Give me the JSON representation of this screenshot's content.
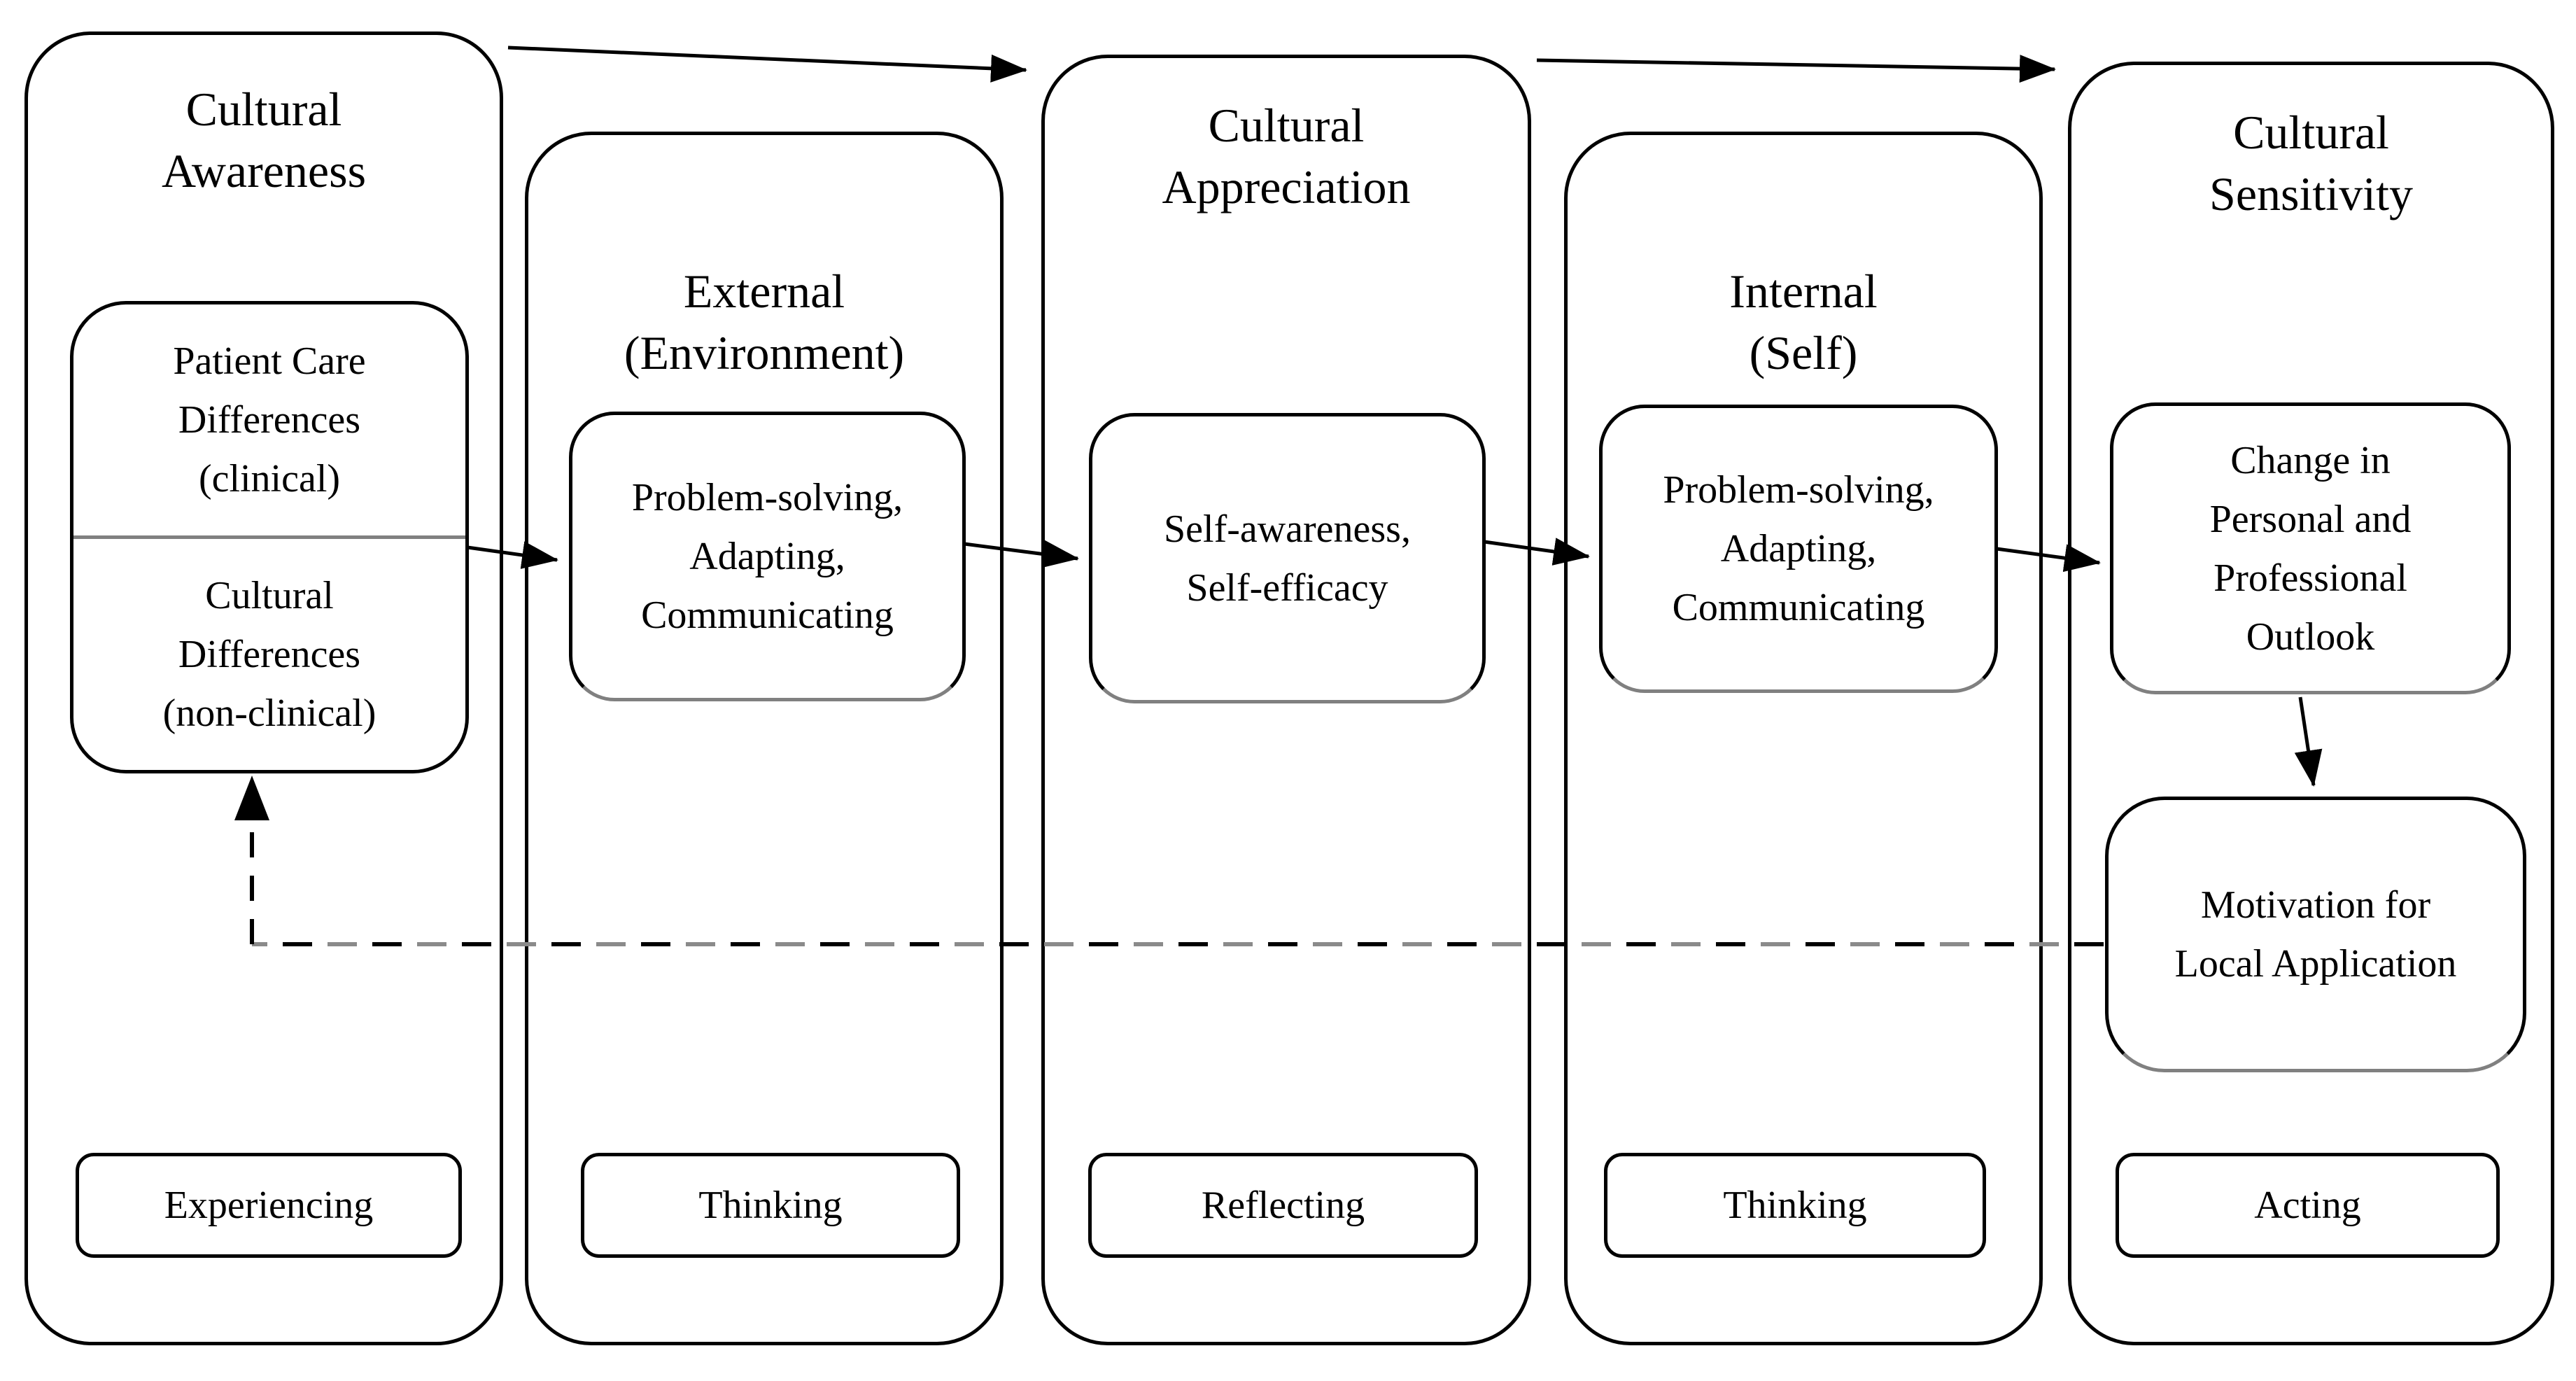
{
  "columns": [
    {
      "title": [
        "Cultural",
        "Awareness"
      ],
      "bottom_label": "Experiencing"
    },
    {
      "title": [
        "External",
        "(Environment)"
      ],
      "bottom_label": "Thinking"
    },
    {
      "title": [
        "Cultural",
        "Appreciation"
      ],
      "bottom_label": "Reflecting"
    },
    {
      "title": [
        "Internal",
        "(Self)"
      ],
      "bottom_label": "Thinking"
    },
    {
      "title": [
        "Cultural",
        "Sensitivity"
      ],
      "bottom_label": "Acting"
    }
  ],
  "boxes": {
    "awareness_clinical": [
      "Patient Care",
      "Differences",
      "(clinical)"
    ],
    "awareness_nonclinical": [
      "Cultural",
      "Differences",
      "(non-clinical)"
    ],
    "external_process": [
      "Problem-solving,",
      "Adapting,",
      "Communicating"
    ],
    "appreciation_process": [
      "Self-awareness,",
      "Self-efficacy"
    ],
    "internal_process": [
      "Problem-solving,",
      "Adapting,",
      "Communicating"
    ],
    "sensitivity_outcome": [
      "Change in",
      "Personal and",
      "Professional",
      "Outlook"
    ],
    "sensitivity_motivation": [
      "Motivation for",
      "Local Application"
    ]
  },
  "colors": {
    "line": "#000000",
    "divider": "#808080",
    "dash_alternate": "#8a8a8a",
    "background": "#ffffff"
  }
}
